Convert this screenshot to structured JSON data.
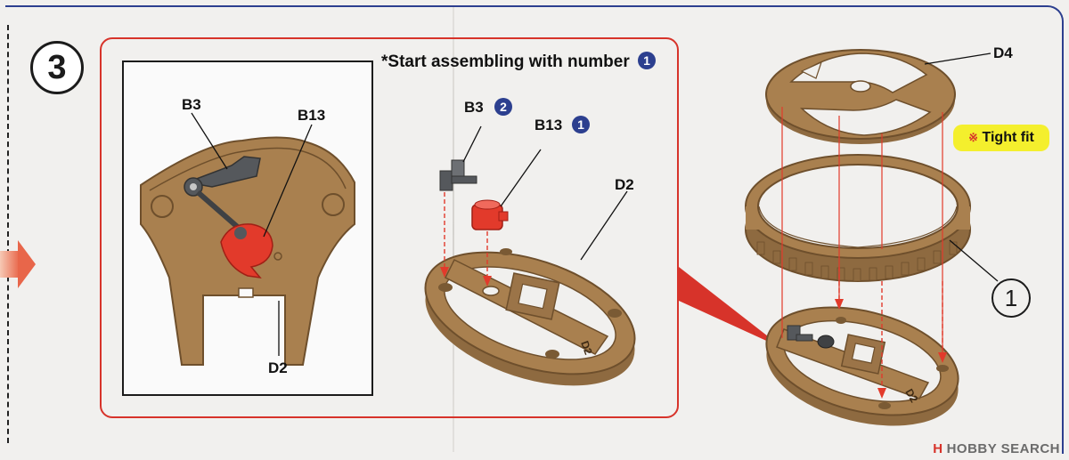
{
  "step_number": "3",
  "instruction": {
    "text": "*Start assembling with number",
    "badge": "1"
  },
  "detail_view": {
    "labels": {
      "b3": "B3",
      "b13": "B13",
      "d2": "D2"
    }
  },
  "middle_view": {
    "b3": {
      "label": "B3",
      "order": "2"
    },
    "b13": {
      "label": "B13",
      "order": "1"
    },
    "d2": {
      "label": "D2"
    },
    "part_marking": "D2"
  },
  "right_view": {
    "d4": "D4",
    "tight_fit_mark": "※",
    "tight_fit": "Tight fit",
    "sub_step": "1",
    "part_marking": "D2"
  },
  "colors": {
    "part_brown": "#a9804f",
    "part_brown_dark": "#6e4f2c",
    "part_red": "#e23a2b",
    "part_gray": "#55585c",
    "frame_red": "#d7332a",
    "frame_blue": "#2c3f8f",
    "badge_blue": "#2c3f8f",
    "tight_fit_yellow": "#f4ef2d"
  },
  "watermark": {
    "logo": "H",
    "text": "HOBBY SEARCH"
  }
}
